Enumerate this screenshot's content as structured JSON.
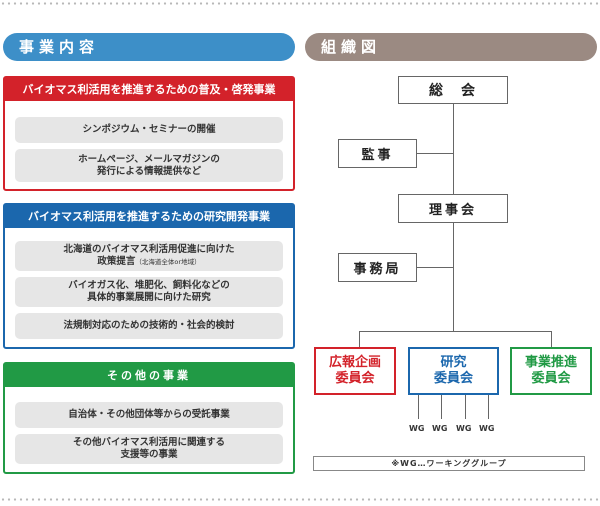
{
  "headers": {
    "business": "事業内容",
    "org": "組織図"
  },
  "sections": [
    {
      "title": "バイオマス利活用を推進するための普及・啓発事業",
      "items": [
        {
          "lines": [
            "シンポジウム・セミナーの開催"
          ]
        },
        {
          "lines": [
            "ホームページ、メールマガジンの",
            "発行による情報提供など"
          ]
        }
      ]
    },
    {
      "title": "バイオマス利活用を推進するための研究開発事業",
      "items": [
        {
          "lines": [
            "北海道のバイオマス利活用促進に向けた",
            "政策提言"
          ],
          "note": "（北海道全体or地域）"
        },
        {
          "lines": [
            "バイオガス化、堆肥化、飼料化などの",
            "具体的事業展開に向けた研究"
          ]
        },
        {
          "lines": [
            "法規制対応のための技術的・社会的検討"
          ]
        }
      ]
    },
    {
      "title": "その他の事業",
      "items": [
        {
          "lines": [
            "自治体・その他団体等からの受託事業"
          ]
        },
        {
          "lines": [
            "その他バイオマス利活用に関連する",
            "支援等の事業"
          ]
        }
      ]
    }
  ],
  "org": {
    "general_assembly": "総　会",
    "auditor": "監事",
    "board": "理事会",
    "secretariat": "事務局",
    "committees": [
      {
        "lines": [
          "広報企画",
          "委員会"
        ],
        "color": "#d3222a"
      },
      {
        "lines": [
          "研究",
          "委員会"
        ],
        "color": "#1b67ad"
      },
      {
        "lines": [
          "事業推進",
          "委員会"
        ],
        "color": "#219a45"
      }
    ],
    "wg_labels": [
      "WG",
      "WG",
      "WG",
      "WG"
    ],
    "note": "※WG…ワーキンググループ"
  }
}
